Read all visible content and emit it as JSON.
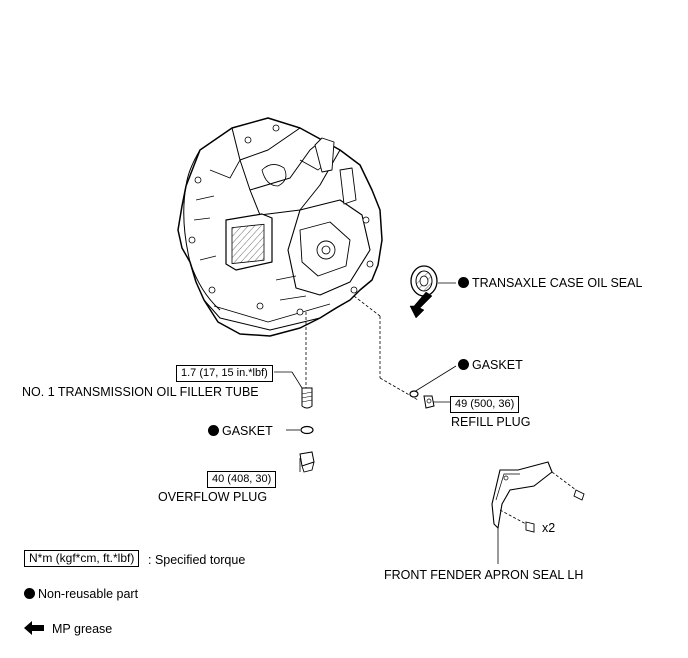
{
  "callouts": {
    "oil_seal": "TRANSAXLE CASE OIL SEAL",
    "gasket_right": "GASKET",
    "refill_plug_torque": "49 (500, 36)",
    "refill_plug": "REFILL PLUG",
    "filler_tube_torque": "1.7 (17, 15 in.*lbf)",
    "filler_tube": "NO. 1 TRANSMISSION OIL FILLER TUBE",
    "gasket_left": "GASKET",
    "overflow_plug_torque": "40 (408, 30)",
    "overflow_plug": "OVERFLOW PLUG",
    "bolt_qty": "x2",
    "apron_seal": "FRONT FENDER APRON SEAL LH"
  },
  "legend": {
    "torque_unit": "N*m (kgf*cm, ft.*lbf)",
    "torque_desc": ": Specified torque",
    "non_reusable": "Non-reusable part",
    "mp_grease": "MP grease"
  }
}
